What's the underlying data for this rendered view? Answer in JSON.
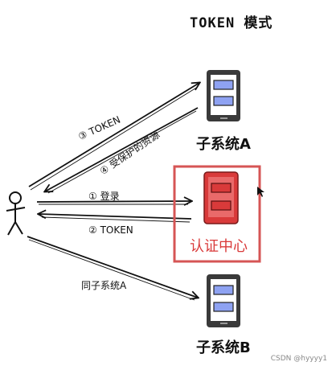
{
  "title": "TOKEN 模式",
  "labels": {
    "token_to_a": "③ TOKEN",
    "protected_resource": "④ 受保护的资源",
    "login": "①  登录",
    "token_back": "②  TOKEN",
    "same_system": "同子系统A"
  },
  "nodes": {
    "system_a": "子系统A",
    "auth_center": "认证中心",
    "system_b": "子系统B"
  },
  "watermark": "CSDN @hyyyy1",
  "colors": {
    "auth_red": "#d93a3a",
    "auth_border": "#d65555",
    "screen_blue": "#8ea2f2",
    "device_dark": "#3a3a3a"
  }
}
